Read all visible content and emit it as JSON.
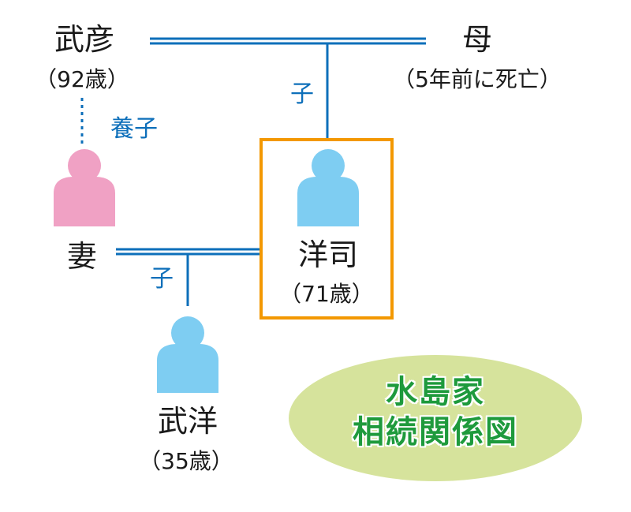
{
  "people": {
    "takehiko": {
      "name": "武彦",
      "age": "（92歳）"
    },
    "mother": {
      "name": "母",
      "age": "（5年前に死亡）"
    },
    "wife": {
      "name": "妻"
    },
    "yoji": {
      "name": "洋司",
      "age": "（71歳）"
    },
    "takehiro": {
      "name": "武洋",
      "age": "（35歳）"
    }
  },
  "relations": {
    "child_1": "子",
    "adopted": "養子",
    "child_2": "子"
  },
  "title": {
    "line1": "水島家",
    "line2": "相続関係図"
  },
  "colors": {
    "line": "#0d6fba",
    "male": "#7ecdf2",
    "female": "#f0a1c4",
    "highlight": "#f39800",
    "ellipse": "#d6e39c",
    "title": "#1e9a3c"
  }
}
